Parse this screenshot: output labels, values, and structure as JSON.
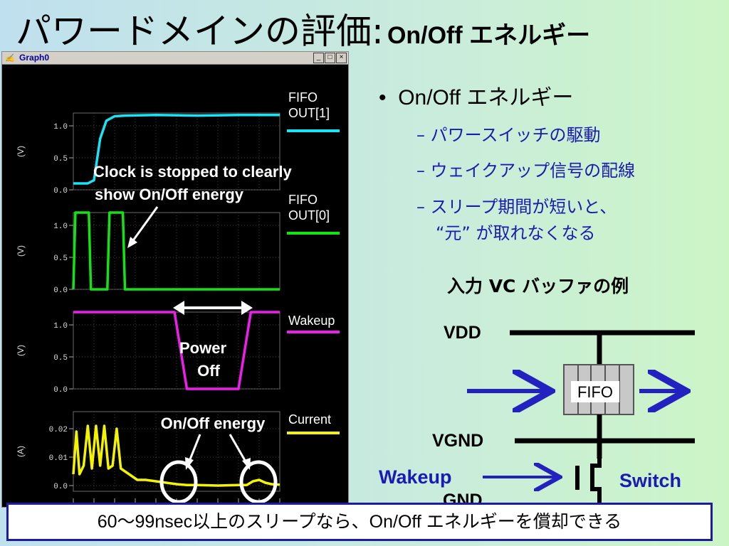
{
  "slide": {
    "title_jp": "パワードメインの評価:",
    "title_en": "On/Off エネルギー"
  },
  "graph_window": {
    "app_icon": "✍",
    "title": "Graph0",
    "buttons": [
      "minimize-icon",
      "maximize-icon",
      "close-icon"
    ],
    "colors": {
      "background": "#000000",
      "fifo1": "#19e3f5",
      "fifo0": "#12e312",
      "wakeup": "#f01cf0",
      "current": "#f4f400"
    }
  },
  "chart_data": [
    {
      "type": "line",
      "ylabel": "(V)",
      "y_ticks": [
        "1.0",
        "0.5",
        "0.0"
      ],
      "ylim": [
        0,
        1.2
      ],
      "series": [
        {
          "name": "FIFO OUT[1]",
          "color": "#19e3f5",
          "x": [
            0,
            0.07,
            0.1,
            0.13,
            0.16,
            0.2,
            0.25,
            0.4,
            0.6,
            0.8,
            1.0
          ],
          "values": [
            0.1,
            0.1,
            0.15,
            0.8,
            1.08,
            1.15,
            1.16,
            1.17,
            1.16,
            1.17,
            1.17
          ]
        }
      ]
    },
    {
      "type": "line",
      "ylabel": "(V)",
      "y_ticks": [
        "1.0",
        "0.5",
        "0.0"
      ],
      "ylim": [
        0,
        1.2
      ],
      "series": [
        {
          "name": "FIFO OUT[0]",
          "color": "#12e312",
          "x": [
            0,
            0.01,
            0.02,
            0.075,
            0.085,
            0.165,
            0.175,
            0.24,
            0.25,
            1.0
          ],
          "values": [
            0,
            1.2,
            1.2,
            1.2,
            0,
            0,
            1.2,
            1.2,
            0,
            0
          ]
        }
      ]
    },
    {
      "type": "line",
      "ylabel": "(V)",
      "y_ticks": [
        "1.0",
        "0.5",
        "0.0"
      ],
      "ylim": [
        0,
        1.2
      ],
      "series": [
        {
          "name": "Wakeup",
          "color": "#f01cf0",
          "x": [
            0,
            0.49,
            0.52,
            0.55,
            0.8,
            0.83,
            0.86,
            1.0
          ],
          "values": [
            1.2,
            1.2,
            0.6,
            0,
            0,
            0.6,
            1.2,
            1.2
          ]
        }
      ]
    },
    {
      "type": "line",
      "ylabel": "(A)",
      "y_ticks": [
        "0.02",
        "0.01",
        "0.0"
      ],
      "ylim": [
        -0.002,
        0.026
      ],
      "series": [
        {
          "name": "Current",
          "color": "#f4f400",
          "x": [
            0,
            0.015,
            0.03,
            0.05,
            0.07,
            0.09,
            0.11,
            0.13,
            0.15,
            0.17,
            0.19,
            0.21,
            0.23,
            0.25,
            0.27,
            0.29,
            0.31,
            0.35,
            0.4,
            0.45,
            0.5,
            0.55,
            0.6,
            0.7,
            0.8,
            0.84,
            0.87,
            0.9,
            0.93,
            0.96,
            1.0
          ],
          "values": [
            0.004,
            0.019,
            0.004,
            0.007,
            0.021,
            0.006,
            0.021,
            0.007,
            0.021,
            0.006,
            0.007,
            0.02,
            0.006,
            0.005,
            0.004,
            0.003,
            0.002,
            0.002,
            0.0015,
            0.001,
            0.0005,
            0.0002,
            0.0002,
            0.0,
            0.0002,
            0.0002,
            0.0015,
            0.002,
            0.001,
            0.0005,
            0.0003
          ]
        }
      ]
    }
  ],
  "graph_labels": {
    "fifo1": "FIFO\nOUT[1]",
    "fifo0": "FIFO\nOUT[0]",
    "wakeup": "Wakeup",
    "current": "Current"
  },
  "annotations": {
    "clock_line1": "Clock is stopped to clearly",
    "clock_line2": "show On/Off energy",
    "power_off_line1": "Power",
    "power_off_line2": "Off",
    "onoff_energy": "On/Off energy"
  },
  "bullets": {
    "main": "On/Off エネルギー",
    "subs": [
      "パワースイッチの駆動",
      "ウェイクアップ信号の配線",
      "スリープ期間が短いと、",
      "“元” が取れなくなる"
    ]
  },
  "circuit": {
    "example_title": "入力 VC バッファの例",
    "vdd": "VDD",
    "vgnd": "VGND",
    "gnd": "GND",
    "fifo": "FIFO",
    "wakeup": "Wakeup",
    "switch": "Switch",
    "colors": {
      "arrow": "#2222c0",
      "label_blue": "#1a1ab4"
    }
  },
  "footer": "60〜99nsec以上のスリープなら、On/Off エネルギーを償却できる"
}
